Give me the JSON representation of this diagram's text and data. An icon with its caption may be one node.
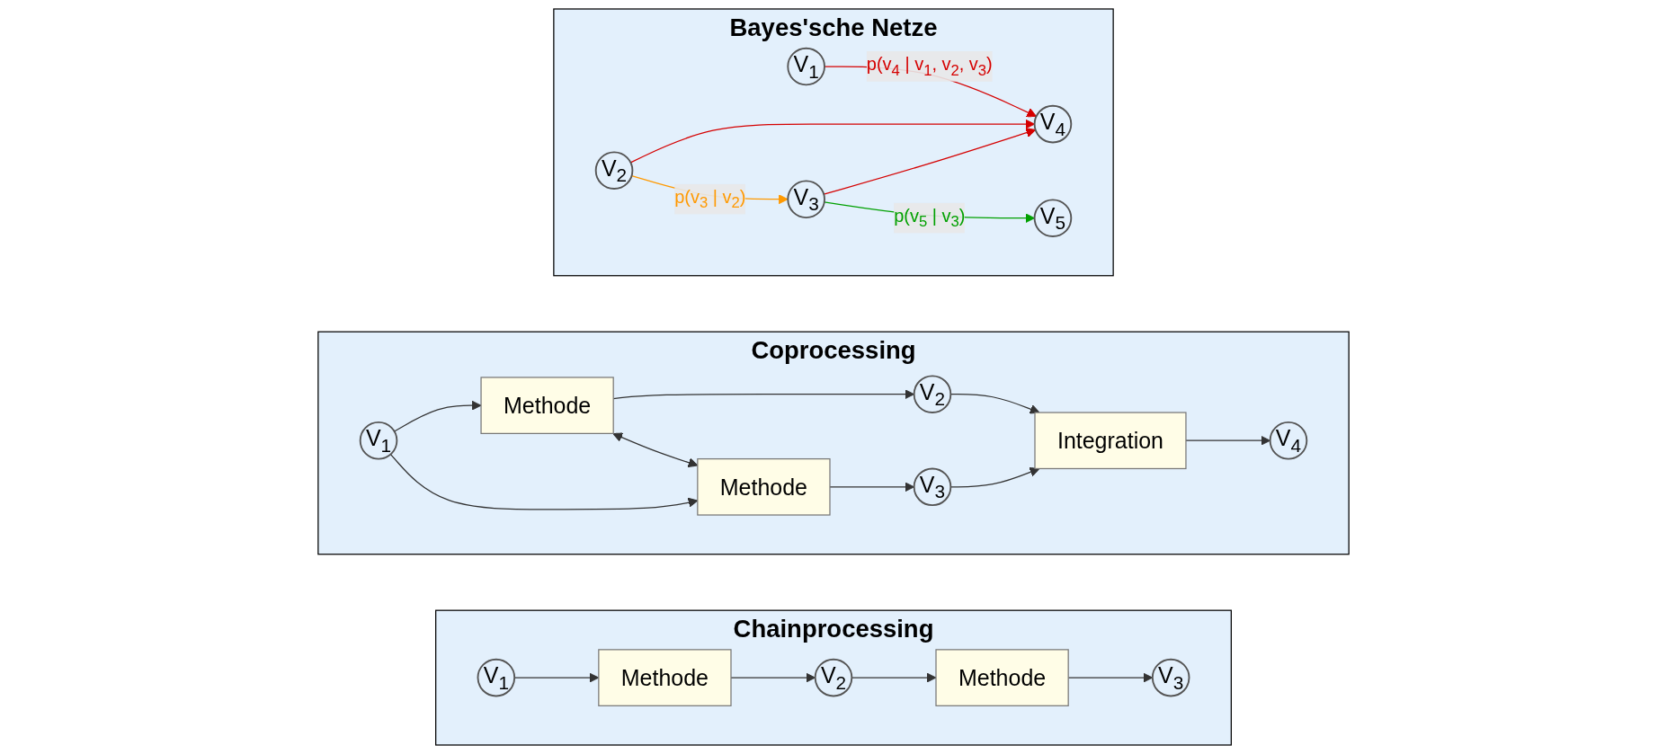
{
  "diagram": {
    "nodes": [
      {
        "text": [
          "Chainprocessing"
        ]
      },
      {
        "text": [
          "V$_{1}$"
        ],
        "in": 0
      },
      {
        "text": [
          "Methode"
        ],
        "in": 0
      },
      {
        "text": [
          "V$_{2}$"
        ],
        "in": 0
      },
      {
        "text": [
          "Methode"
        ],
        "in": 0
      },
      {
        "text": [
          "V$_{3}$"
        ],
        "in": 0
      },
      {
        "text": [
          "Coprocessing"
        ]
      },
      {
        "text": [
          "V$_{1}$"
        ],
        "in": 6
      },
      {
        "text": [
          "Methode"
        ],
        "in": 6
      },
      {
        "text": [
          "V$_{2}$"
        ],
        "in": 6
      },
      {
        "text": [
          "Methode"
        ],
        "in": 6
      },
      {
        "text": [
          "V$_{3}$"
        ],
        "in": 6
      },
      {
        "text": [
          "Integration"
        ],
        "in": 6
      },
      {
        "text": [
          "V$_{4}$"
        ],
        "in": 6
      },
      {
        "text": [
          "Bayes'sche Netze"
        ]
      },
      {
        "text": [
          "V$_{1}$"
        ],
        "in": 14
      },
      {
        "text": [
          "V$_{4}$"
        ],
        "in": 14
      },
      {
        "text": [
          "V$_{2}$"
        ],
        "in": 14
      },
      {
        "text": [
          "V$_{3}$"
        ],
        "in": 14
      },
      {
        "text": [
          "V$_{5}$"
        ],
        "in": 14
      }
    ],
    "edges": [
      {
        "from": 1,
        "to": 2,
        "arrow": "to"
      },
      {
        "from": 2,
        "to": 3,
        "arrow": "to"
      },
      {
        "from": 3,
        "to": 4,
        "arrow": "to"
      },
      {
        "from": 4,
        "to": 5,
        "arrow": "to"
      },
      {
        "from": 7,
        "to": 8,
        "arrow": "to"
      },
      {
        "from": 7,
        "to": 10,
        "arrow": "to"
      },
      {
        "from": 8,
        "to": 9,
        "arrow": "to"
      },
      {
        "from": 8,
        "to": 10,
        "arrow": "both"
      },
      {
        "from": 10,
        "to": 11,
        "arrow": "to"
      },
      {
        "from": 9,
        "to": 12,
        "arrow": "to"
      },
      {
        "from": 11,
        "to": 12,
        "arrow": "to"
      },
      {
        "from": 12,
        "to": 13,
        "arrow": "to"
      },
      {
        "from": 15,
        "to": 16,
        "arrow": "to",
        "label": "p(v$_{4}$ | v$_{1}$, v$_{2}$, v$_{3}$)",
        "color": "#d50000"
      },
      {
        "from": 17,
        "to": 16,
        "arrow": "to",
        "color": "#d50000"
      },
      {
        "from": 18,
        "to": 16,
        "arrow": "to",
        "color": "#d50000"
      },
      {
        "from": 17,
        "to": 18,
        "arrow": "to",
        "label": "p(v$_{3}$ | v$_{2}$)",
        "color": "#ff9900"
      },
      {
        "from": 18,
        "to": 19,
        "arrow": "to",
        "label": "p(v$_{5}$ | v$_{3}$)",
        "color": "#00a000"
      }
    ]
  }
}
